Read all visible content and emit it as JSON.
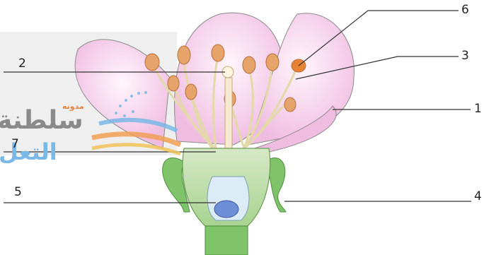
{
  "callouts": {
    "c1": "1",
    "c2": "2",
    "c3": "3",
    "c4": "4",
    "c5": "5",
    "c6": "6",
    "c7": "7"
  },
  "watermark": {
    "small": "مدونه",
    "line1": "سلطنة",
    "line2": "التعل"
  },
  "colors": {
    "petal": "#f2c9e6",
    "petal_edge": "#8a8a8a",
    "stamen": "#e6a36a",
    "ovary": "#b9d9a8",
    "sepal": "#7fc46a",
    "ovule": "#6d8fd8"
  }
}
